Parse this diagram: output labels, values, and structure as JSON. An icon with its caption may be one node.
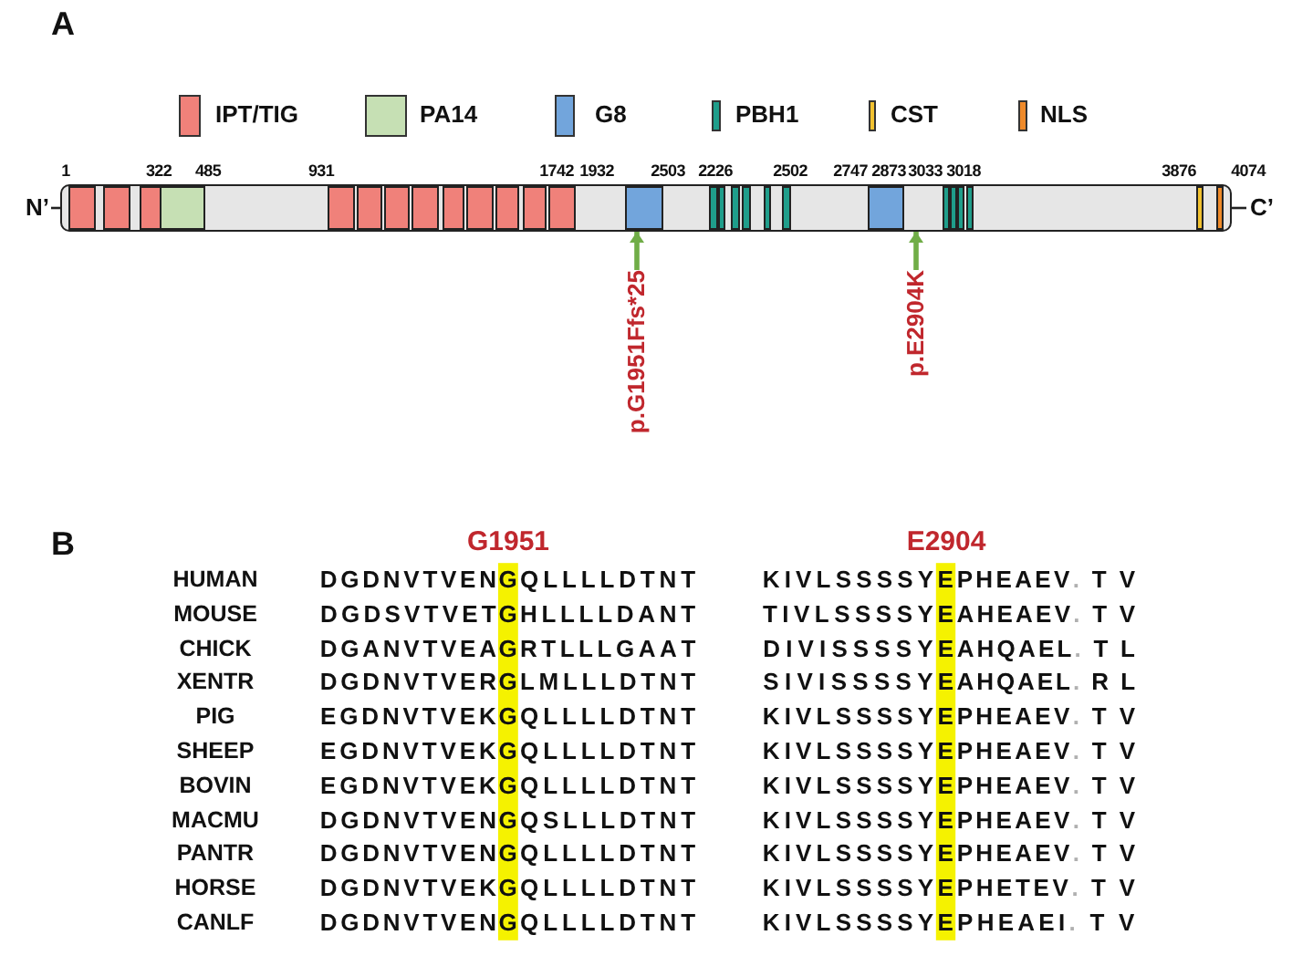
{
  "diagram": {
    "nodes": [
      {
        "text": [],
        "shape": "bar",
        "beside": [
          "1",
          "322",
          "485",
          "931",
          "1742",
          "1932",
          "2503",
          "2226",
          "2502",
          "2747",
          "2873",
          "3033",
          "3018",
          "3876",
          "4074",
          "N’",
          "C’"
        ]
      },
      {
        "text": [
          "p.G1951Ffs*25"
        ]
      },
      {
        "text": [
          "p.E2904K"
        ]
      }
    ],
    "edges": [
      {
        "from": 1,
        "to": 0,
        "arrow": "to"
      },
      {
        "from": 2,
        "to": 0,
        "arrow": "to"
      }
    ],
    "labels": [
      "A",
      "B",
      "G1951",
      "E2904",
      "HUMAN",
      "DGDNVTVENGQLLLLDTNT",
      "KIVLSSSSYEPHEAEV. T V",
      "MOUSE",
      "DGDSVTVETGHLLLLDANT",
      "TIVLSSSSYEAHEAEV. T V",
      "CHICK",
      "DGANVTVEAGRTLLLGAAT",
      "DIVISSSSYEAHQAEL. T L",
      "XENTR",
      "DGDNVTVERGLMLLLDTNT",
      "SIVISSSSYEAHQAEL. R L",
      "PIG",
      "EGDNVTVEKGQLLLLDTNT",
      "KIVLSSSSYEPHEAEV. T V",
      "SHEEP",
      "EGDNVTVEKGQLLLLDTNT",
      "KIVLSSSSYEPHEAEV. T V",
      "BOVIN",
      "EGDNVTVEKGQLLLLDTNT",
      "KIVLSSSSYEPHEAEV. T V",
      "MACMU",
      "DGDNVTVENGQSLLLDTNT",
      "KIVLSSSSYEPHEAEV. T V",
      "PANTR",
      "DGDNVTVENGQLLLLDTNT",
      "KIVLSSSSYEPHEAEV. T V",
      "HORSE",
      "DGDNVTVEKGQLLLLDTNT",
      "KIVLSSSSYEPHETEV. T V",
      "CANLF",
      "DGDNVTVENGQLLLLDTNT",
      "KIVLSSSSYEPHEAEI. T V"
    ],
    "legend": [
      {
        "text": "IPT/TIG",
        "color": "#f0817a"
      },
      {
        "text": "PA14",
        "color": "#c6e0b4"
      },
      {
        "text": "G8",
        "color": "#72a5dc"
      },
      {
        "text": "PBH1",
        "color": "#1f9e8b"
      },
      {
        "text": "CST",
        "color": "#f2c230"
      },
      {
        "text": "NLS",
        "color": "#ef8a2a"
      }
    ]
  }
}
